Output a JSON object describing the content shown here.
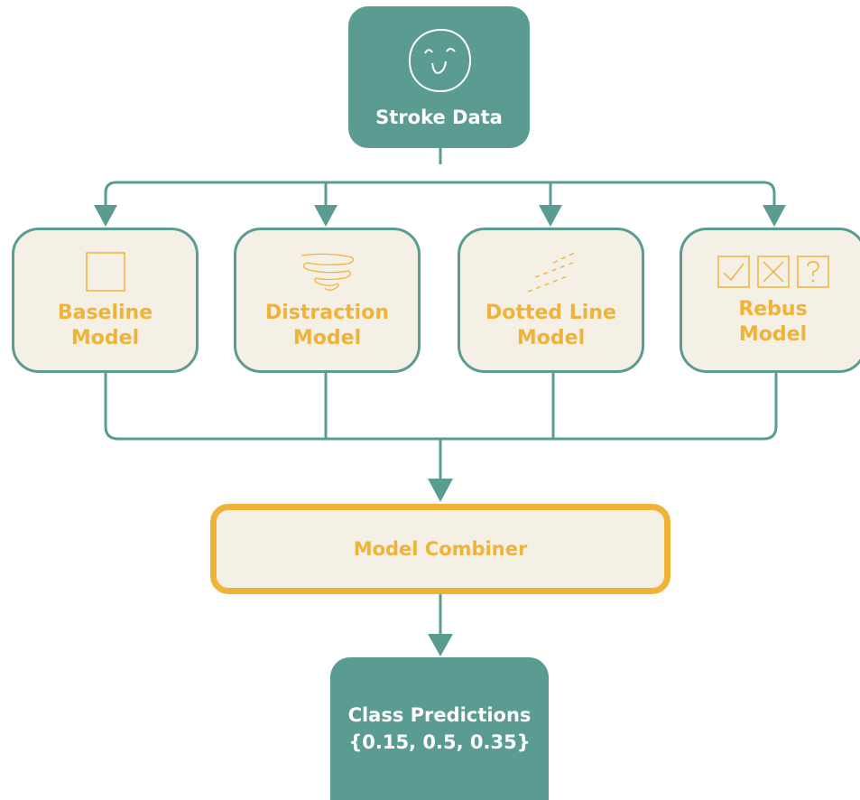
{
  "colors": {
    "teal": "#5a9c92",
    "amber": "#f0b33a",
    "cream": "#f4f0e6"
  },
  "source": {
    "icon": "smiley-face-icon",
    "label": "Stroke Data"
  },
  "models": [
    {
      "icon": "square-icon",
      "line1": "Baseline",
      "line2": "Model"
    },
    {
      "icon": "scribble-spiral-icon",
      "line1": "Distraction",
      "line2": "Model"
    },
    {
      "icon": "dotted-lines-icon",
      "line1": "Dotted Line",
      "line2": "Model"
    },
    {
      "icon": "check-cross-question-icons",
      "line1": "Rebus",
      "line2": "Model"
    }
  ],
  "combiner": {
    "label": "Model Combiner"
  },
  "output": {
    "line1": "Class Predictions",
    "line2": "{0.15, 0.5, 0.35}"
  }
}
